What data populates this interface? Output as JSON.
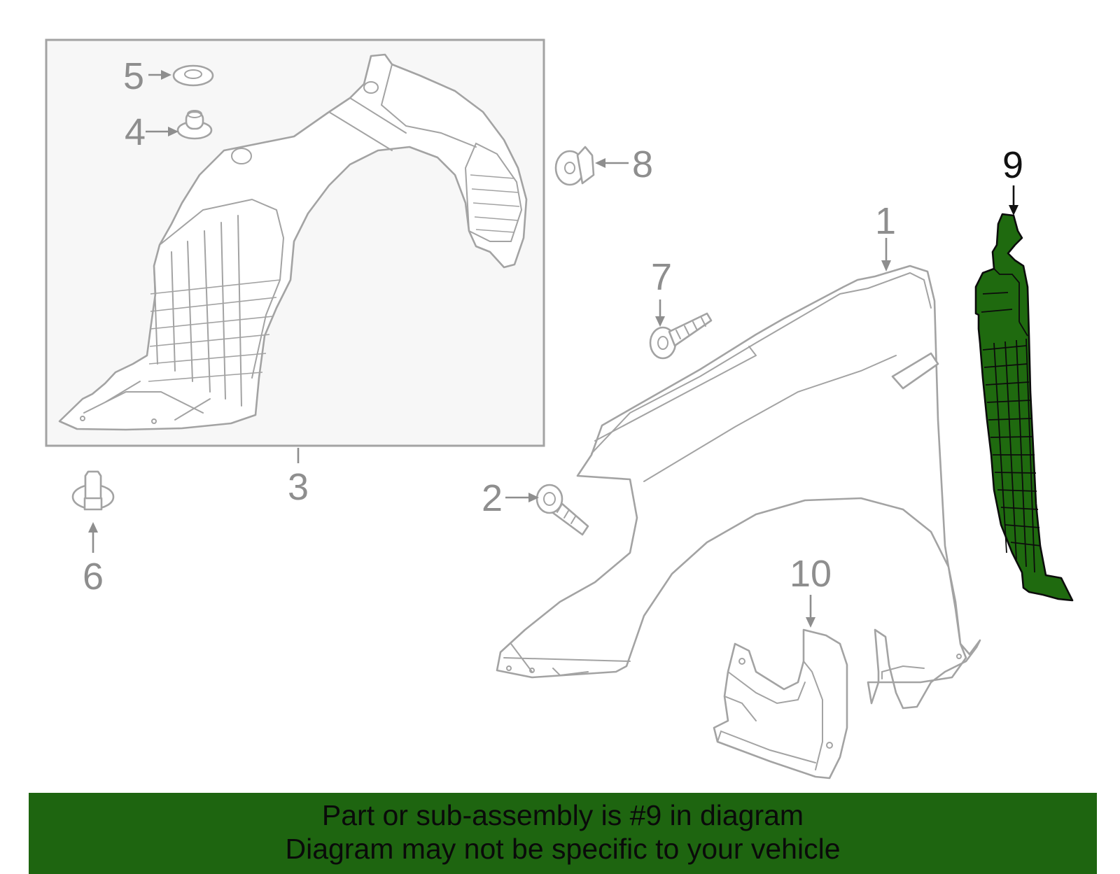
{
  "diagram": {
    "highlighted_part": "9",
    "callouts": [
      {
        "id": "c1",
        "label": "1"
      },
      {
        "id": "c2",
        "label": "2"
      },
      {
        "id": "c3",
        "label": "3"
      },
      {
        "id": "c4",
        "label": "4"
      },
      {
        "id": "c5",
        "label": "5"
      },
      {
        "id": "c6",
        "label": "6"
      },
      {
        "id": "c7",
        "label": "7"
      },
      {
        "id": "c8",
        "label": "8"
      },
      {
        "id": "c9",
        "label": "9"
      },
      {
        "id": "c10",
        "label": "10"
      }
    ],
    "colors": {
      "highlight_fill": "#1f6a0f",
      "line": "#a3a3a3",
      "callout_text": "#8e8e8e",
      "banner_bg": "#1e6510"
    }
  },
  "banner": {
    "line1": "Part or sub-assembly is #9 in diagram",
    "line2": "Diagram may not be specific to your vehicle"
  }
}
